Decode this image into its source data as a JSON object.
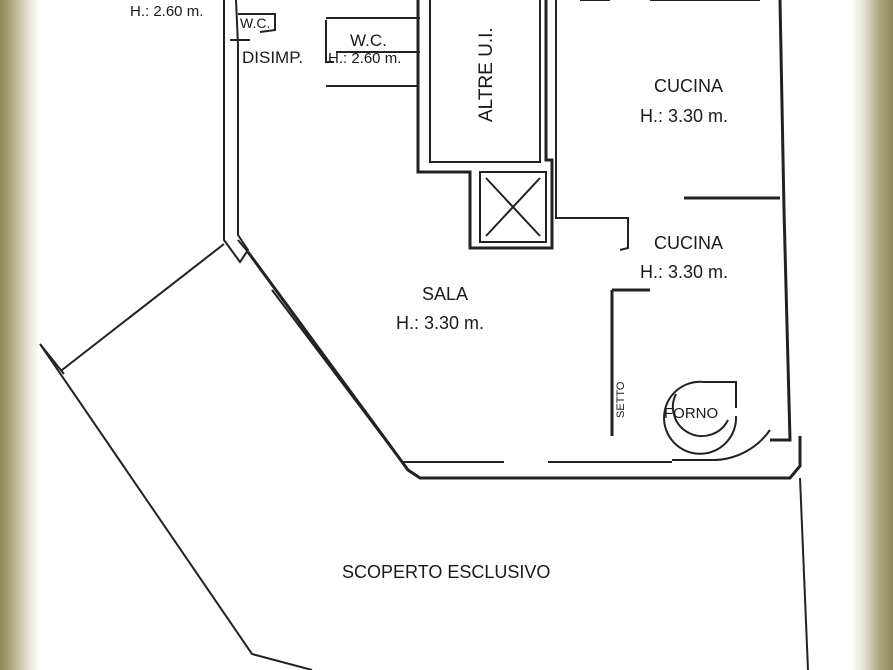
{
  "rooms": {
    "wc_left_height": "H.: 2.60 m.",
    "wc_small": "W.C.",
    "disimp": "DISIMP.",
    "wc": "W.C.",
    "wc_height": "H.: 2.60 m.",
    "altre": "ALTRE U.I.",
    "cucina_top": "CUCINA",
    "cucina_top_height": "H.: 3.30 m.",
    "cucina_mid": "CUCINA",
    "cucina_mid_height": "H.: 3.30 m.",
    "sala": "SALA",
    "sala_height": "H.: 3.30 m.",
    "forno": "FORNO",
    "setto": "SETTO",
    "scoperto": "SCOPERTO ESCLUSIVO"
  }
}
